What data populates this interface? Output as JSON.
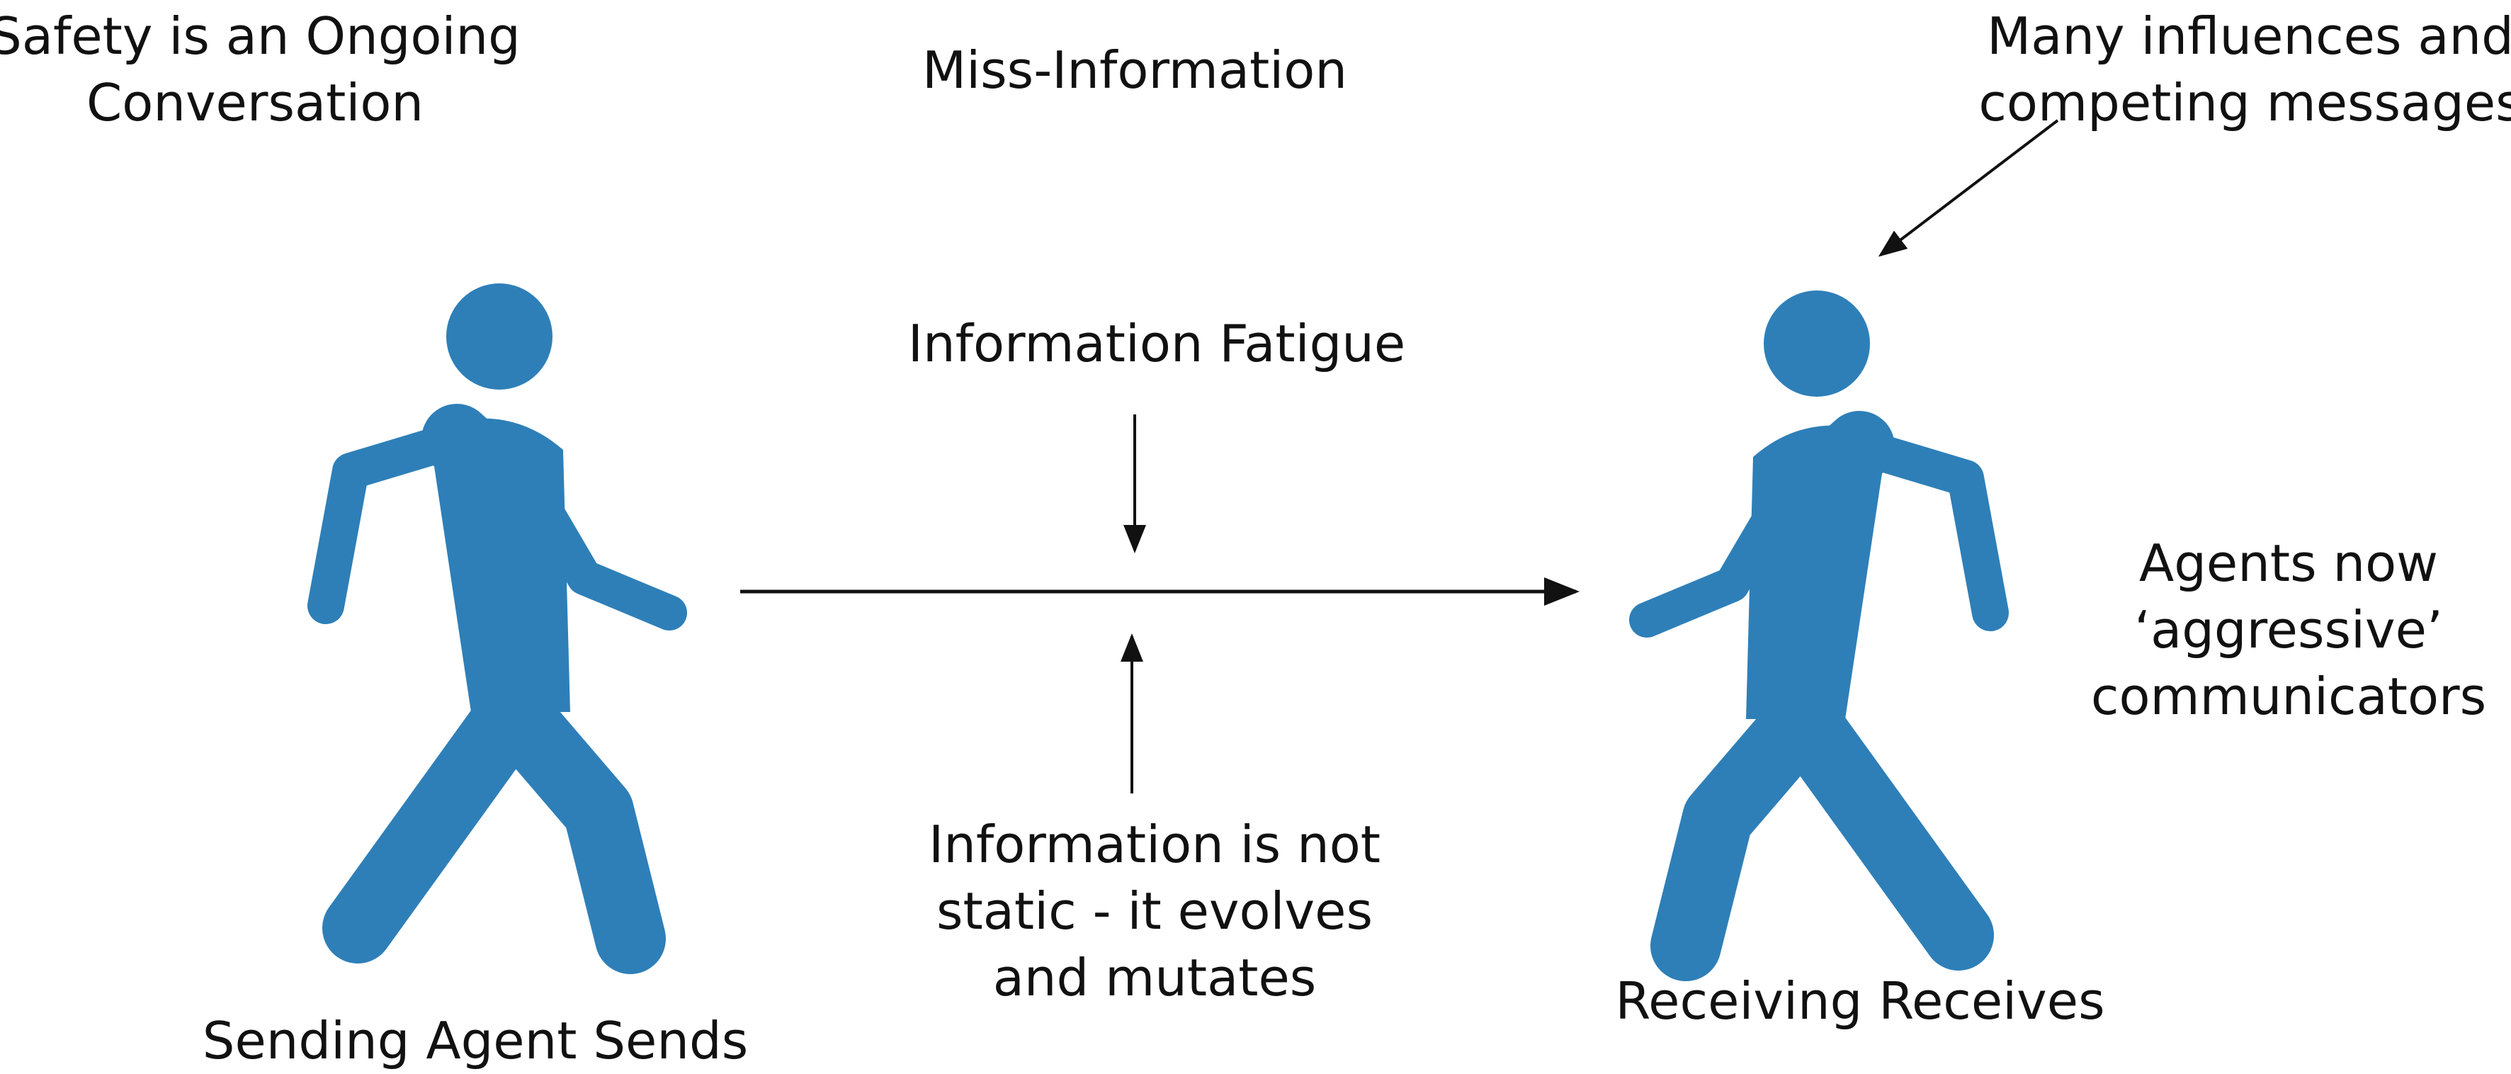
{
  "labels": {
    "safety": [
      "Safety is an Ongoing",
      "Conversation"
    ],
    "miss_information": "Miss-Information",
    "influences": [
      "Many influences and",
      "competing messages"
    ],
    "fatigue": "Information Fatigue",
    "aggressive": [
      "Agents now",
      "‘aggressive’",
      "communicators"
    ],
    "evolves": [
      "Information is not",
      "static - it evolves",
      "and mutates"
    ],
    "sender": "Sending Agent Sends",
    "receiver": "Receiving Receives"
  },
  "colors": {
    "figure": "#2e7fb8",
    "arrow": "#111111",
    "text": "#111111"
  },
  "icons": {
    "sender": "walking-person-icon",
    "receiver": "walking-person-icon"
  }
}
